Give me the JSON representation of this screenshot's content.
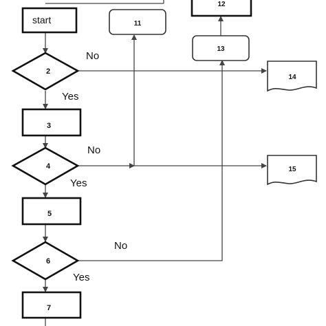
{
  "nodes": {
    "start": "start",
    "n2": "2",
    "n3": "3",
    "n4": "4",
    "n5": "5",
    "n6": "6",
    "n7": "7",
    "n11": "11",
    "n12": "12",
    "n13": "13",
    "n14": "14",
    "n15": "15"
  },
  "edge_labels": {
    "n2_no": "No",
    "n2_yes": "Yes",
    "n4_no": "No",
    "n4_yes": "Yes",
    "n6_no": "No",
    "n6_yes": "Yes"
  },
  "colors": {
    "stroke": "#111111",
    "edge": "#444444",
    "background": "#ffffff"
  }
}
